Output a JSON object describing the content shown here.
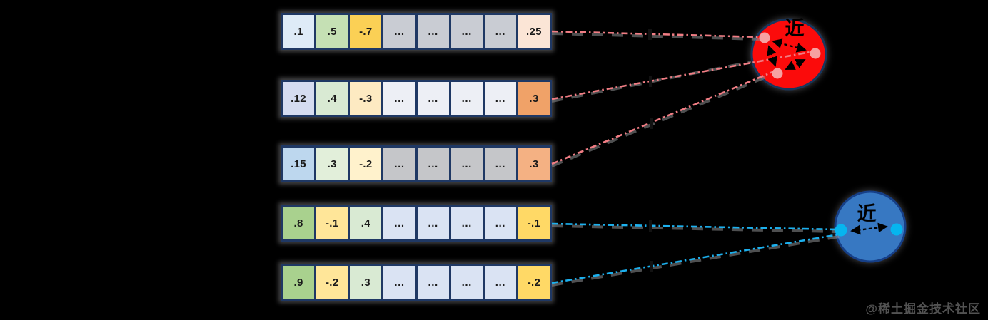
{
  "canvas": {
    "background": "#000000"
  },
  "rows": [
    {
      "cells": [
        {
          "value": ".1",
          "color": "#deebf7"
        },
        {
          "value": ".5",
          "color": "#c5e0b4"
        },
        {
          "value": "-.7",
          "color": "#fbd055"
        },
        {
          "value": "…",
          "color": "#c9ccd3"
        },
        {
          "value": "…",
          "color": "#c9ccd3"
        },
        {
          "value": "…",
          "color": "#c9ccd3"
        },
        {
          "value": "…",
          "color": "#c9ccd3"
        },
        {
          "value": ".25",
          "color": "#fbe5d6"
        }
      ]
    },
    {
      "cells": [
        {
          "value": ".12",
          "color": "#d5dcf0"
        },
        {
          "value": ".4",
          "color": "#d9ead3"
        },
        {
          "value": "-.3",
          "color": "#fdeac2"
        },
        {
          "value": "…",
          "color": "#edeff5"
        },
        {
          "value": "…",
          "color": "#edeff5"
        },
        {
          "value": "…",
          "color": "#edeff5"
        },
        {
          "value": "…",
          "color": "#edeff5"
        },
        {
          "value": ".3",
          "color": "#f0a268"
        }
      ]
    },
    {
      "cells": [
        {
          "value": ".15",
          "color": "#bdd7ee"
        },
        {
          "value": ".3",
          "color": "#e2efda"
        },
        {
          "value": "-.2",
          "color": "#fff2cc"
        },
        {
          "value": "…",
          "color": "#c5c6c9"
        },
        {
          "value": "…",
          "color": "#c5c6c9"
        },
        {
          "value": "…",
          "color": "#c5c6c9"
        },
        {
          "value": "…",
          "color": "#c5c6c9"
        },
        {
          "value": ".3",
          "color": "#f4b183"
        }
      ]
    },
    {
      "cells": [
        {
          "value": ".8",
          "color": "#a9d18e"
        },
        {
          "value": "-.1",
          "color": "#ffe699"
        },
        {
          "value": ".4",
          "color": "#d9ead3"
        },
        {
          "value": "…",
          "color": "#dae3f3"
        },
        {
          "value": "…",
          "color": "#dae3f3"
        },
        {
          "value": "…",
          "color": "#dae3f3"
        },
        {
          "value": "…",
          "color": "#dae3f3"
        },
        {
          "value": "-.1",
          "color": "#ffd966"
        }
      ]
    },
    {
      "cells": [
        {
          "value": ".9",
          "color": "#a9d18e"
        },
        {
          "value": "-.2",
          "color": "#ffe699"
        },
        {
          "value": ".3",
          "color": "#d9ead3"
        },
        {
          "value": "…",
          "color": "#dae3f3"
        },
        {
          "value": "…",
          "color": "#dae3f3"
        },
        {
          "value": "…",
          "color": "#dae3f3"
        },
        {
          "value": "…",
          "color": "#dae3f3"
        },
        {
          "value": "-.2",
          "color": "#ffd966"
        }
      ]
    }
  ],
  "clusters": {
    "red": {
      "label": "近",
      "fill": "#fb0b0b",
      "border": "#17365d",
      "dot_color": "#f6a1a1"
    },
    "blue": {
      "label": "近",
      "fill": "#3778c2",
      "border": "#163f87",
      "dot_color": "#06b5ef"
    }
  },
  "connectors": {
    "red_line_color": "#f17d84",
    "blue_line_color": "#1cb0ee",
    "shadow_color": "#8f9093",
    "arrow_color": "#000000"
  },
  "watermark": {
    "text": "@稀土掘金技术社区",
    "color": "#525252"
  }
}
